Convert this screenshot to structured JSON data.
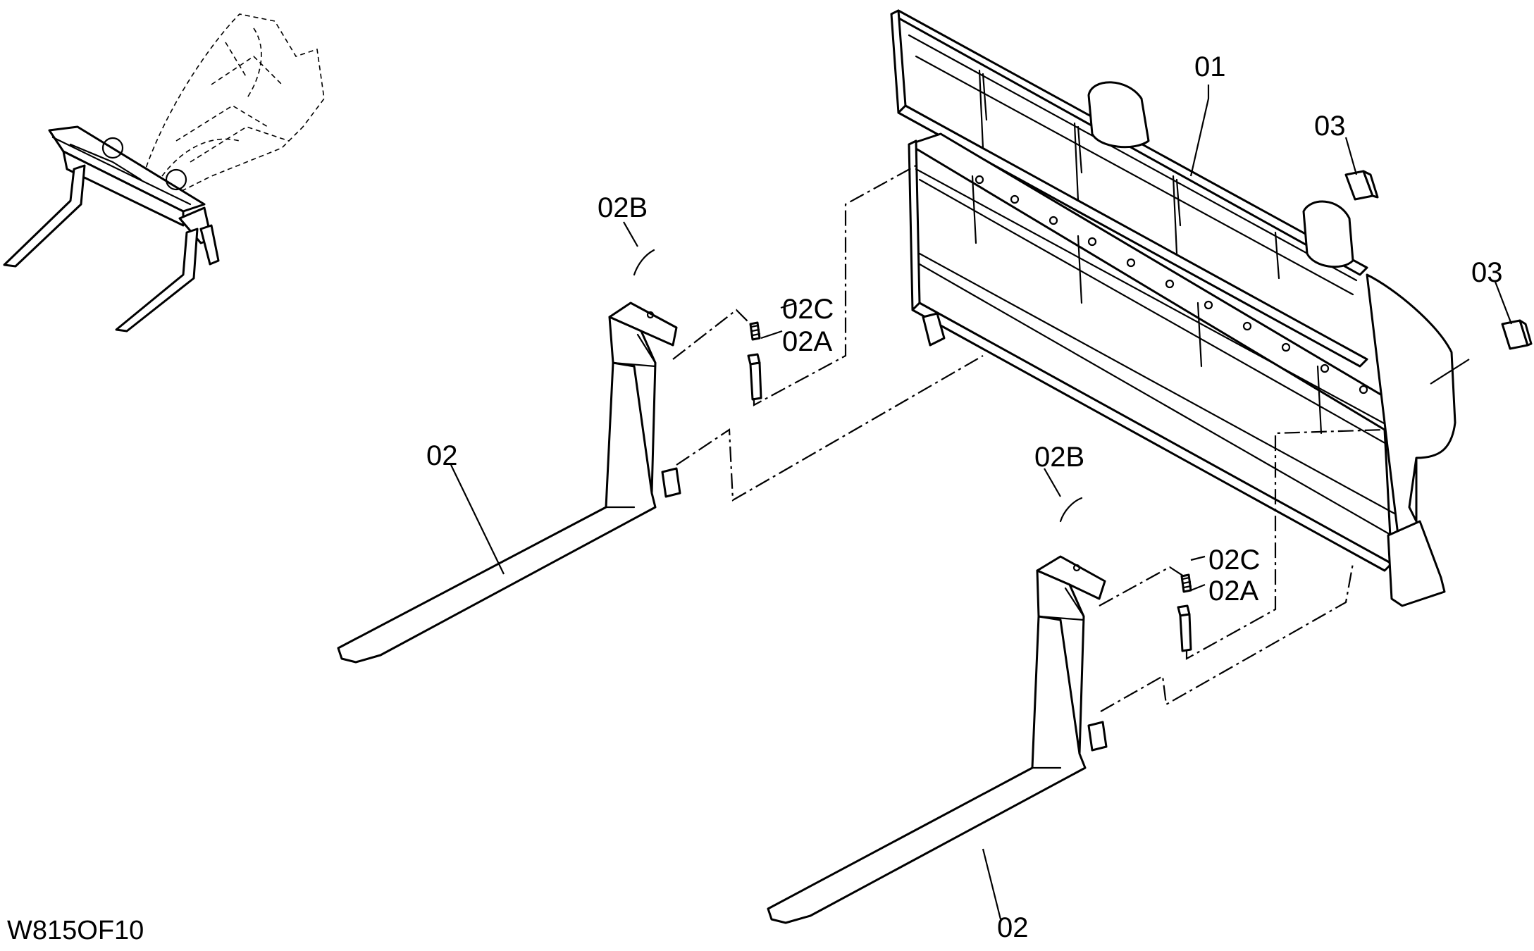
{
  "callouts": {
    "frame": "01",
    "fork_left": "02",
    "fork_right": "02",
    "pin_left": "02A",
    "clip_left": "02B",
    "spring_left": "02C",
    "pin_right": "02A",
    "clip_right": "02B",
    "spring_right": "02C",
    "pad_upper": "03",
    "pad_lower": "03"
  },
  "drawing_code": "W815OF10",
  "colors": {
    "line": "#000000",
    "background": "#ffffff"
  }
}
